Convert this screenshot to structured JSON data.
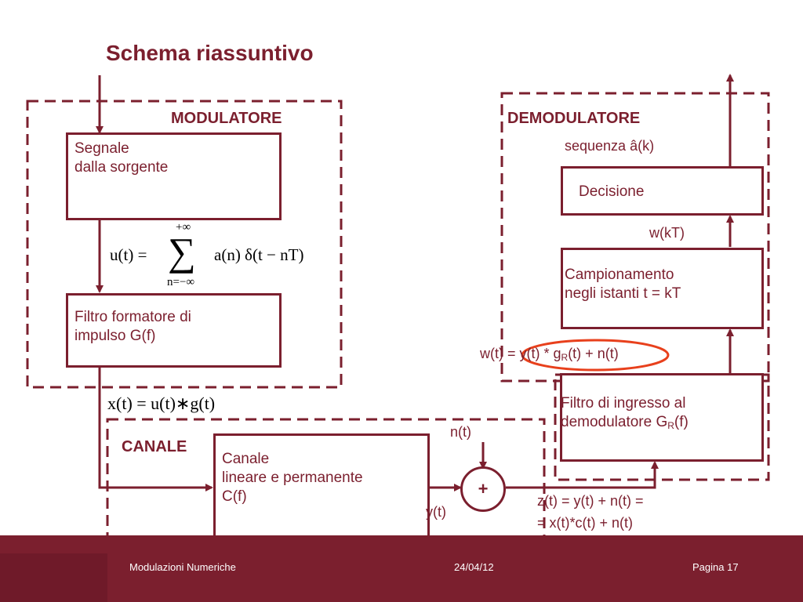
{
  "slide": {
    "title": "Schema riassuntivo",
    "modulator_label": "MODULATORE",
    "demodulator_label": "DEMODULATORE",
    "channel_label": "CANALE"
  },
  "blocks": {
    "source": {
      "line1": "Segnale",
      "line2": "dalla sorgente"
    },
    "shaping_filter": {
      "line1": "Filtro formatore di",
      "line2": "impulso G(f)"
    },
    "channel": {
      "line1": "Canale",
      "line2": "lineare e permanente",
      "line3": "C(f)"
    },
    "adder": {
      "symbol": "+"
    },
    "input_filter": {
      "line1": "Filtro di ingresso al",
      "line2_prefix": "demodulatore G",
      "line2_sub": "R",
      "line2_suffix": "(f)"
    },
    "sampler": {
      "line1": "Campionamento",
      "line2": "negli istanti t = kT"
    },
    "decision": {
      "label": "Decisione"
    }
  },
  "labels": {
    "sequence_out": "sequenza â(k)",
    "w_kT": "w(kT)",
    "w_t": {
      "prefix": "w(t) = y(t) * g",
      "sub": "R",
      "suffix": "(t) + n(t)"
    },
    "noise": "n(t)",
    "y_t": "y(t)",
    "z_t_line1": "z(t) = y(t) + n(t) =",
    "z_t_line2": "= x(t)*c(t) + n(t)"
  },
  "formulas": {
    "u_t_lhs": "u(t) =",
    "sum_upper": "+∞",
    "sum_symbol": "∑",
    "sum_lower": "n=−∞",
    "u_t_rhs": "a(n) δ(t − nT)",
    "x_t": "x(t) = u(t)∗g(t)"
  },
  "footer": {
    "left": "Modulazioni Numeriche",
    "center": "24/04/12",
    "right": "Pagina 17"
  },
  "colors": {
    "accent": "#7b1f2e",
    "highlight": "#e8401c"
  }
}
